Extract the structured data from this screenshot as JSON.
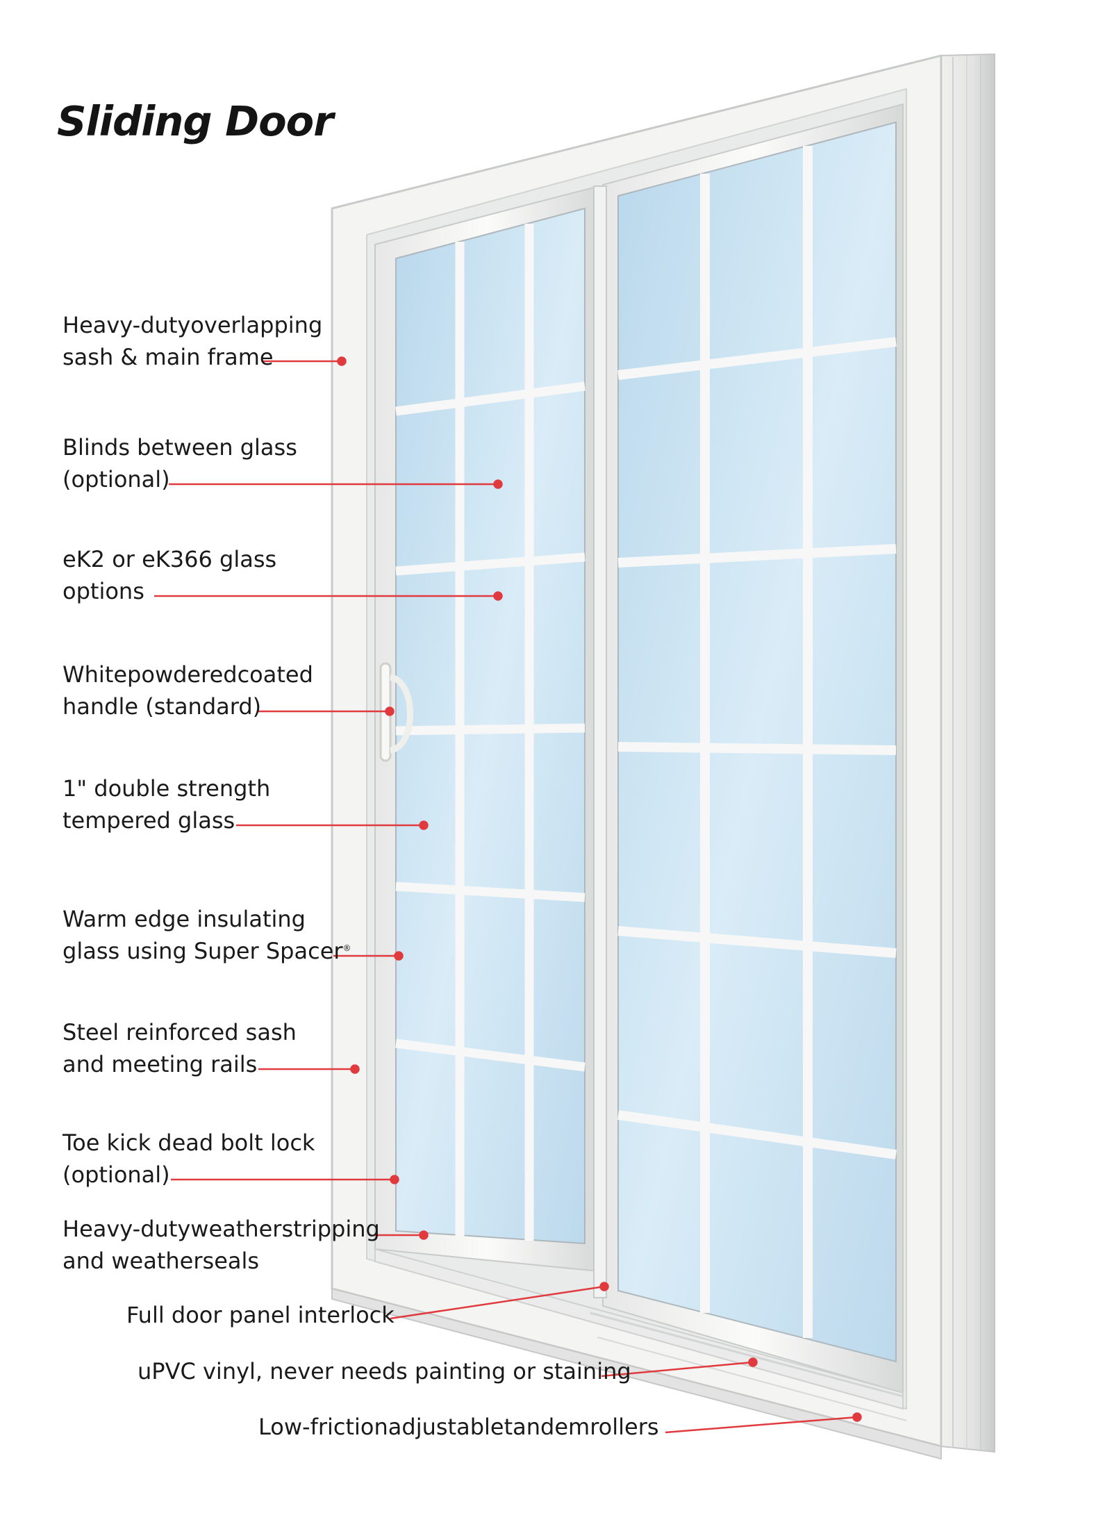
{
  "title": "Sliding Door",
  "colors": {
    "accent": "#e03a3e",
    "frame": "#f3f3f1",
    "frame_shadow": "#cfd2d2",
    "glass": "#c9e2f1",
    "glass_light": "#e4f1f9"
  },
  "callouts": [
    {
      "id": "frame",
      "lines": [
        "Heavy-dutyoverlapping",
        "sash & main frame"
      ]
    },
    {
      "id": "blinds",
      "lines": [
        "Blinds between glass",
        "(optional)"
      ]
    },
    {
      "id": "glassop",
      "lines": [
        "eK2 or eK366 glass",
        "options"
      ]
    },
    {
      "id": "handle",
      "lines": [
        "Whitepowderedcoated",
        "handle (standard)"
      ]
    },
    {
      "id": "temper",
      "lines": [
        "1\" double strength",
        "tempered glass"
      ]
    },
    {
      "id": "warm",
      "lines": [
        "Warm edge insulating",
        "glass using Super Spacer"
      ],
      "mark": "®"
    },
    {
      "id": "steel",
      "lines": [
        "Steel reinforced sash",
        "and meeting rails"
      ]
    },
    {
      "id": "toekick",
      "lines": [
        "Toe kick dead bolt lock",
        "(optional)"
      ]
    },
    {
      "id": "weather",
      "lines": [
        "Heavy-dutyweatherstripping",
        "and weatherseals"
      ]
    },
    {
      "id": "interlock",
      "lines": [
        "Full door panel interlock"
      ]
    },
    {
      "id": "upvc",
      "lines": [
        "uPVC vinyl, never needs painting or staining"
      ]
    },
    {
      "id": "rollers",
      "lines": [
        "Low-frictionadjustabletandemrollers"
      ]
    }
  ]
}
